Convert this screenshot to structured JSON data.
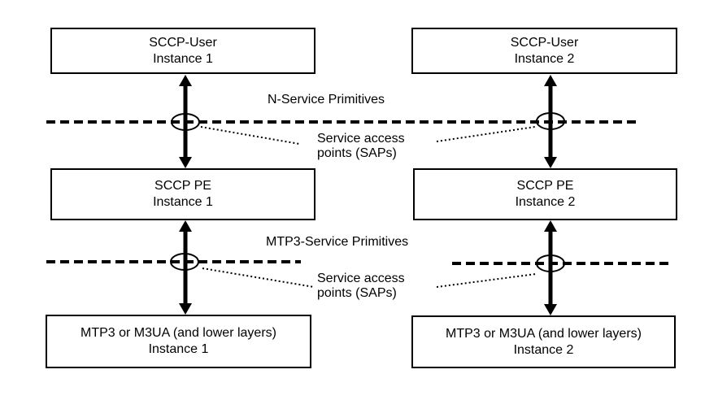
{
  "diagram": {
    "type": "protocol-layer-diagram",
    "colors": {
      "foreground": "#000000",
      "background": "#ffffff"
    },
    "boxes": [
      {
        "id": "sccp-user-1",
        "line1": "SCCP-User",
        "line2": "Instance 1"
      },
      {
        "id": "sccp-user-2",
        "line1": "SCCP-User",
        "line2": "Instance 2"
      },
      {
        "id": "sccp-pe-1",
        "line1": "SCCP PE",
        "line2": "Instance 1"
      },
      {
        "id": "sccp-pe-2",
        "line1": "SCCP PE",
        "line2": "Instance 2"
      },
      {
        "id": "mtp3-1",
        "line1": "MTP3 or M3UA (and lower layers)",
        "line2": "Instance 1"
      },
      {
        "id": "mtp3-2",
        "line1": "MTP3 or M3UA (and lower layers)",
        "line2": "Instance 2"
      }
    ],
    "annotations": {
      "n_service_primitives": "N-Service Primitives",
      "mtp3_service_primitives": "MTP3-Service Primitives",
      "sap_top": {
        "line1": "Service access",
        "line2": "points (SAPs)"
      },
      "sap_bottom": {
        "line1": "Service access",
        "line2": "points (SAPs)"
      }
    }
  }
}
